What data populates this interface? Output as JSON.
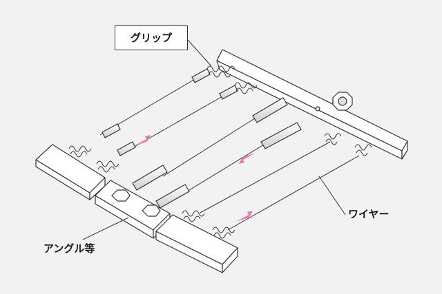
{
  "labels": {
    "grip": "グリップ",
    "wire": "ワイヤー",
    "angle": "アングル等"
  },
  "colors": {
    "background": "#f2f2f2",
    "stroke": "#333333",
    "fill": "#ffffff",
    "arrow": "#e67ab0"
  }
}
